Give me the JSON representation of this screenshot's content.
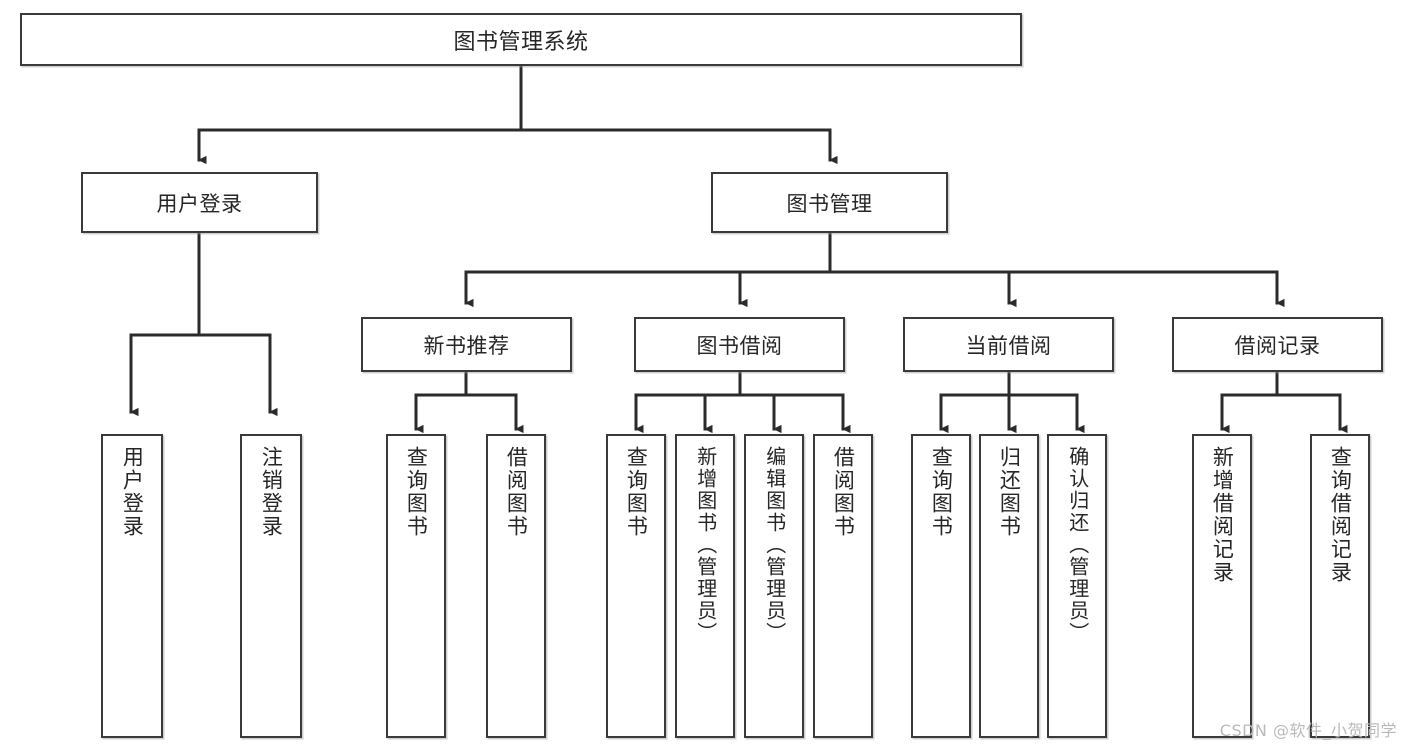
{
  "diagram": {
    "type": "tree-hierarchy",
    "title": "图书管理系统",
    "watermark": "CSDN @软件_小贺同学",
    "colors": {
      "box_border": "#3a3a3a",
      "box_fill": "#ffffff",
      "connector": "#2b2b2b",
      "text": "#262626",
      "watermark": "#b9b9b9"
    },
    "root": {
      "label": "图书管理系统"
    },
    "level1": [
      {
        "label": "用户登录"
      },
      {
        "label": "图书管理"
      }
    ],
    "user_login_leaves": [
      {
        "label": "用户登录"
      },
      {
        "label": "注销登录"
      }
    ],
    "level2": [
      {
        "label": "新书推荐"
      },
      {
        "label": "图书借阅"
      },
      {
        "label": "当前借阅"
      },
      {
        "label": "借阅记录"
      }
    ],
    "new_book_leaves": [
      {
        "label": "查询图书"
      },
      {
        "label": "借阅图书"
      }
    ],
    "borrow_leaves": [
      {
        "label": "查询图书"
      },
      {
        "label": "新增图书（管理员）"
      },
      {
        "label": "编辑图书（管理员）"
      },
      {
        "label": "借阅图书"
      }
    ],
    "current_borrow_leaves": [
      {
        "label": "查询图书"
      },
      {
        "label": "归还图书"
      },
      {
        "label": "确认归还（管理员）"
      }
    ],
    "record_leaves": [
      {
        "label": "新增借阅记录"
      },
      {
        "label": "查询借阅记录"
      }
    ]
  }
}
